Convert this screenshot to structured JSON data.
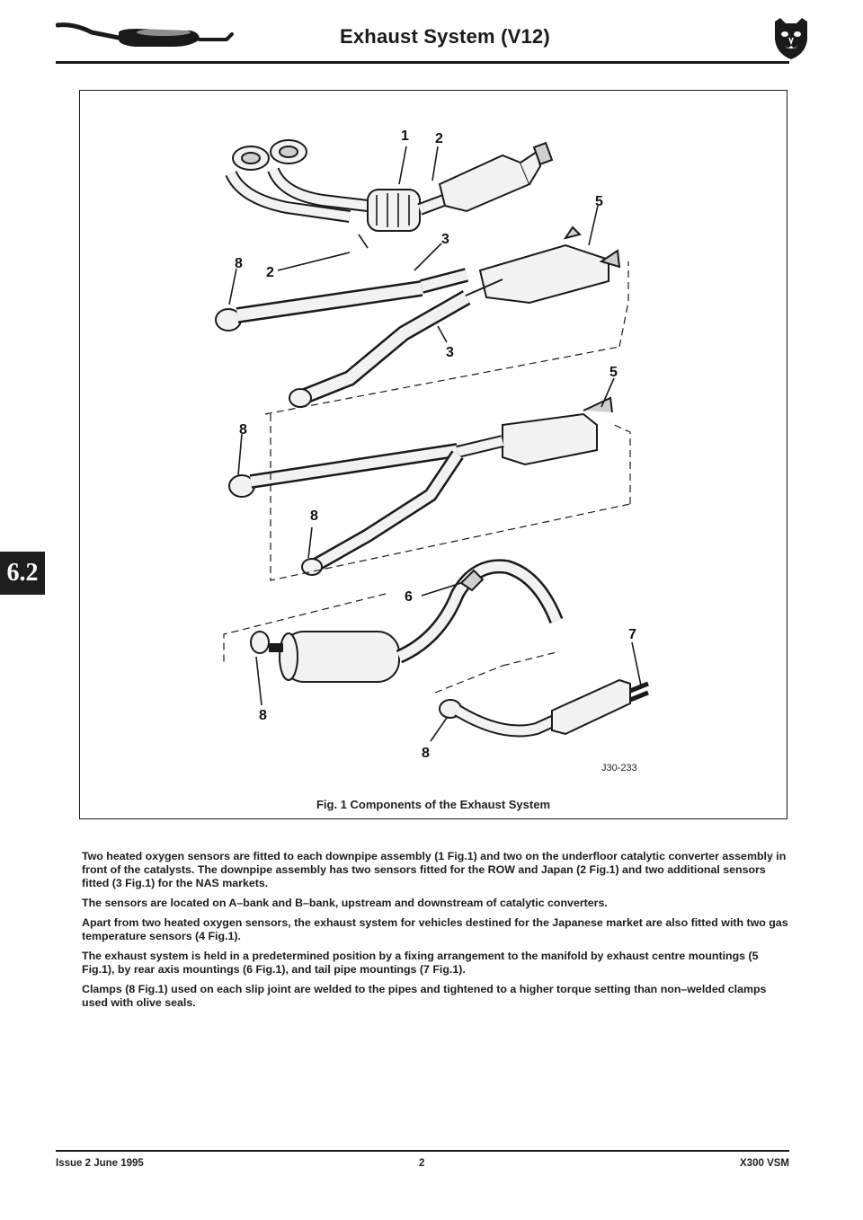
{
  "header": {
    "title": "Exhaust System (V12)",
    "logo_icon": "exhaust-pipe-icon",
    "emblem_icon": "jaguar-head-icon"
  },
  "section_tab": "6.2",
  "figure": {
    "caption": "Fig. 1 Components of the Exhaust System",
    "reference_code": "J30-233",
    "callouts": {
      "c1": "1",
      "c2a": "2",
      "c2b": "2",
      "c3a": "3",
      "c3b": "3",
      "c5a": "5",
      "c5b": "5",
      "c6": "6",
      "c7": "7",
      "c8a": "8",
      "c8b": "8",
      "c8c": "8",
      "c8d": "8",
      "c8e": "8"
    }
  },
  "body": {
    "paragraphs": [
      "Two heated oxygen sensors are fitted to each downpipe assembly (1 Fig.1) and two on the underfloor catalytic converter assembly in front of the catalysts. The downpipe assembly has two sensors fitted for the ROW and Japan (2 Fig.1) and two additional sensors fitted (3 Fig.1) for the NAS markets.",
      "The sensors are located on A–bank and B–bank, upstream and downstream of catalytic converters.",
      "Apart from two heated oxygen sensors, the exhaust system for vehicles destined for the Japanese market are also fitted with two gas temperature sensors (4 Fig.1).",
      "The exhaust system is held in a predetermined position by a fixing arrangement to the manifold by exhaust centre mountings (5 Fig.1), by rear axis mountings (6 Fig.1), and tail pipe mountings (7 Fig.1).",
      "Clamps (8 Fig.1) used on each slip joint are welded to the pipes and tightened to a higher torque setting than non–welded clamps used with olive seals."
    ]
  },
  "footer": {
    "issue": "Issue 2 June 1995",
    "page": "2",
    "doc": "X300 VSM"
  }
}
